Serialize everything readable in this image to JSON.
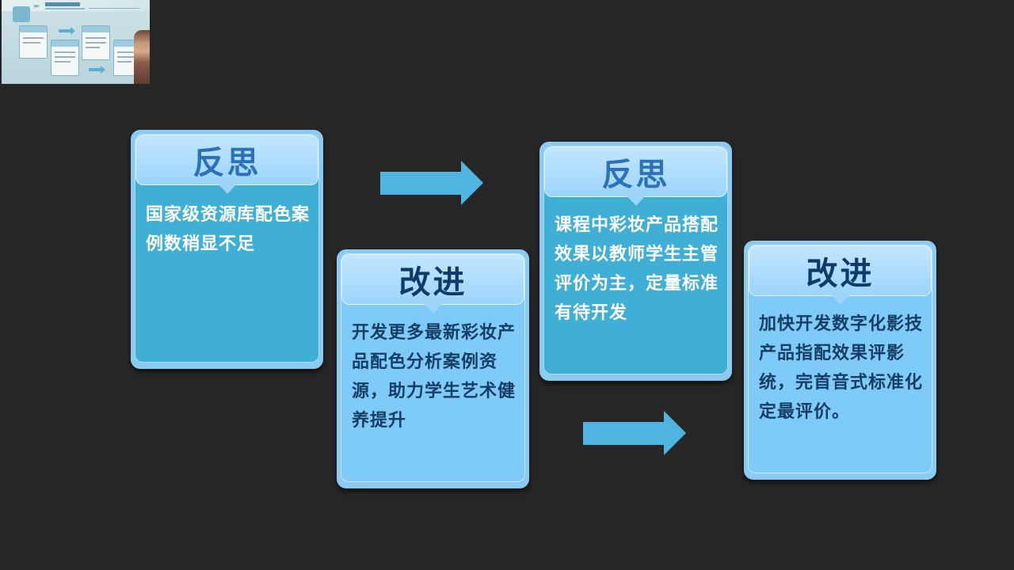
{
  "cards": [
    {
      "title": "反思",
      "body": "国家级资源库配色案例数稍显不足"
    },
    {
      "title": "改进",
      "body": "开发更多最新彩妆产品配色分析案例资源，助力学生艺术健养提升"
    },
    {
      "title": "反思",
      "body": "课程中彩妆产品搭配效果以教师学生主管评价为主，定量标准有待开发"
    },
    {
      "title": "改进",
      "body": "加快开发数字化影技产品指配效果评影统，完首音式标准化定最评价。"
    }
  ],
  "colors": {
    "background": "#262626",
    "card_frame": "#8ccaf2",
    "card_dark_fill": "#3fafd6",
    "card_light_fill": "#7ecbf7",
    "caption_fill": "#9cd4fb",
    "arrow": "#4fb5e0"
  },
  "icons": {
    "arrow_1": "right-arrow-icon",
    "arrow_2": "right-arrow-icon"
  }
}
